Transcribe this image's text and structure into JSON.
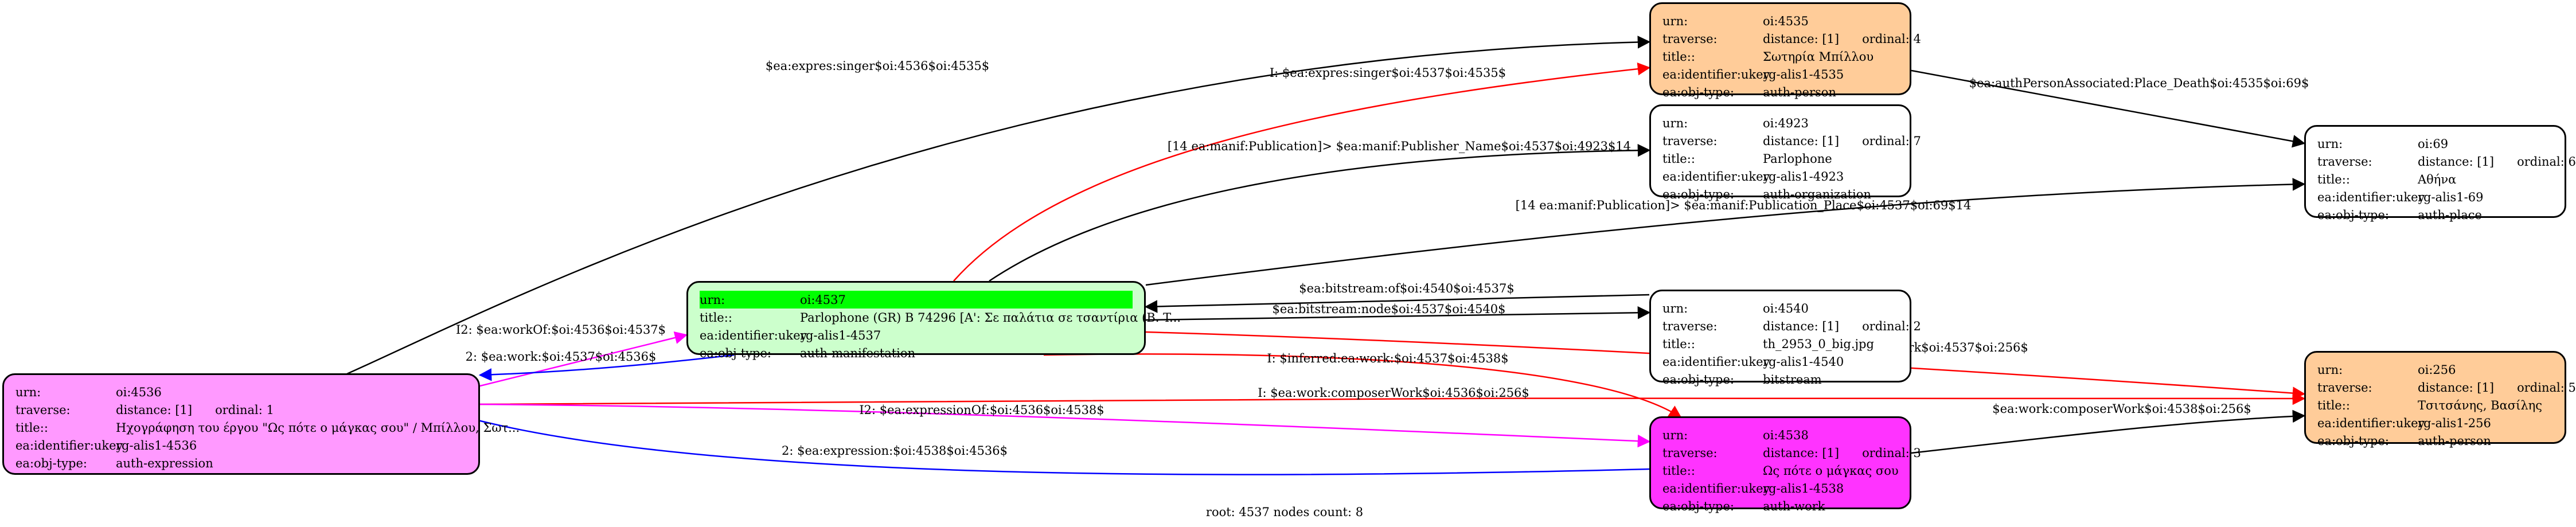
{
  "nodes": [
    {
      "id": "n4536",
      "color": "#ff99ff",
      "highlight_first": false,
      "rows": [
        {
          "k": "urn:",
          "v": "oi:4536"
        },
        {
          "k": "traverse:",
          "v": "distance: [1]",
          "v2": "ordinal: 1"
        },
        {
          "k": "title::",
          "v": "Ηχογράφηση του έργου \"Ως πότε ο μάγκας σου\" / Μπίλλου, Σωτ..."
        },
        {
          "k": "ea:identifier:ukey",
          "v": "rg-alis1-4536"
        },
        {
          "k": "ea:obj-type:",
          "v": "auth-expression"
        }
      ]
    },
    {
      "id": "n4537",
      "color": "#ccffcc",
      "highlight_first": true,
      "rows": [
        {
          "k": "urn:",
          "v": "oi:4537"
        },
        {
          "k": "title::",
          "v": "Parlophone (GR) B 74296 [A': Σε παλάτια σε τσαντίρια (B. T..."
        },
        {
          "k": "ea:identifier:ukey",
          "v": "rg-alis1-4537"
        },
        {
          "k": "ea:obj-type:",
          "v": "auth-manifestation"
        }
      ]
    },
    {
      "id": "n4535",
      "color": "#ffcc99",
      "highlight_first": false,
      "rows": [
        {
          "k": "urn:",
          "v": "oi:4535"
        },
        {
          "k": "traverse:",
          "v": "distance: [1]",
          "v2": "ordinal: 4"
        },
        {
          "k": "title::",
          "v": "Σωτηρία Μπίλλου"
        },
        {
          "k": "ea:identifier:ukey",
          "v": "rg-alis1-4535"
        },
        {
          "k": "ea:obj-type:",
          "v": "auth-person"
        }
      ]
    },
    {
      "id": "n4923",
      "color": "#ffffff",
      "highlight_first": false,
      "rows": [
        {
          "k": "urn:",
          "v": "oi:4923"
        },
        {
          "k": "traverse:",
          "v": "distance: [1]",
          "v2": "ordinal: 7"
        },
        {
          "k": "title::",
          "v": "Parlophone"
        },
        {
          "k": "ea:identifier:ukey",
          "v": "rg-alis1-4923"
        },
        {
          "k": "ea:obj-type:",
          "v": "auth-organization"
        }
      ]
    },
    {
      "id": "n4540",
      "color": "#ffffff",
      "highlight_first": false,
      "rows": [
        {
          "k": "urn:",
          "v": "oi:4540"
        },
        {
          "k": "traverse:",
          "v": "distance: [1]",
          "v2": "ordinal: 2"
        },
        {
          "k": "title::",
          "v": "th_2953_0_big.jpg"
        },
        {
          "k": "ea:identifier:ukey",
          "v": "rg-alis1-4540"
        },
        {
          "k": "ea:obj-type:",
          "v": "bitstream"
        }
      ]
    },
    {
      "id": "n4538",
      "color": "#ff33ff",
      "highlight_first": false,
      "rows": [
        {
          "k": "urn:",
          "v": "oi:4538"
        },
        {
          "k": "traverse:",
          "v": "distance: [1]",
          "v2": "ordinal: 3"
        },
        {
          "k": "title::",
          "v": "Ως πότε ο μάγκας σου"
        },
        {
          "k": "ea:identifier:ukey",
          "v": "rg-alis1-4538"
        },
        {
          "k": "ea:obj-type:",
          "v": "auth-work"
        }
      ]
    },
    {
      "id": "n69",
      "color": "#ffffff",
      "highlight_first": false,
      "rows": [
        {
          "k": "urn:",
          "v": "oi:69"
        },
        {
          "k": "traverse:",
          "v": "distance: [1]",
          "v2": "ordinal: 6"
        },
        {
          "k": "title::",
          "v": "Αθήνα"
        },
        {
          "k": "ea:identifier:ukey",
          "v": "rg-alis1-69"
        },
        {
          "k": "ea:obj-type:",
          "v": "auth-place"
        }
      ]
    },
    {
      "id": "n256",
      "color": "#ffcc99",
      "highlight_first": false,
      "rows": [
        {
          "k": "urn:",
          "v": "oi:256"
        },
        {
          "k": "traverse:",
          "v": "distance: [1]",
          "v2": "ordinal: 5"
        },
        {
          "k": "title::",
          "v": "Τσιτσάνης, Βασίλης"
        },
        {
          "k": "ea:identifier:ukey",
          "v": "rg-alis1-256"
        },
        {
          "k": "ea:obj-type:",
          "v": "auth-person"
        }
      ]
    }
  ],
  "edges": [
    {
      "from": "n4536",
      "to": "n4535",
      "color": "#000000",
      "label": "$ea:expres:singer$oi:4536$oi:4535$"
    },
    {
      "from": "n4537",
      "to": "n4535",
      "color": "#ff0000",
      "label": "I: $ea:expres:singer$oi:4537$oi:4535$"
    },
    {
      "from": "n4537",
      "to": "n4923",
      "color": "#000000",
      "label": "[14 ea:manif:Publication]> $ea:manif:Publisher_Name$oi:4537$oi:4923$14"
    },
    {
      "from": "n4535",
      "to": "n69",
      "color": "#000000",
      "label": "$ea:authPersonAssociated:Place_Death$oi:4535$oi:69$"
    },
    {
      "from": "n4537",
      "to": "n69",
      "color": "#000000",
      "label": "[14 ea:manif:Publication]> $ea:manif:Publication_Place$oi:4537$oi:69$14"
    },
    {
      "from": "n4540",
      "to": "n4537",
      "color": "#000000",
      "label": "$ea:bitstream:of$oi:4540$oi:4537$"
    },
    {
      "from": "n4537",
      "to": "n4540",
      "color": "#000000",
      "label": "$ea:bitstream:node$oi:4537$oi:4540$"
    },
    {
      "from": "n4536",
      "to": "n4537",
      "color": "#ff00ff",
      "label": "I2: $ea:workOf:$oi:4536$oi:4537$"
    },
    {
      "from": "n4537",
      "to": "n4536",
      "color": "#0000ff",
      "label": "2: $ea:work:$oi:4537$oi:4536$"
    },
    {
      "from": "n4537",
      "to": "n256",
      "color": "#ff0000",
      "label": "I: $ea:work:composerWork$oi:4537$oi:256$"
    },
    {
      "from": "n4537",
      "to": "n4538",
      "color": "#ff0000",
      "label": "I: $inferred:ea:work:$oi:4537$oi:4538$"
    },
    {
      "from": "n4536",
      "to": "n256",
      "color": "#ff0000",
      "label": "I: $ea:work:composerWork$oi:4536$oi:256$"
    },
    {
      "from": "n4536",
      "to": "n4538",
      "color": "#ff00ff",
      "label": "I2: $ea:expressionOf:$oi:4536$oi:4538$"
    },
    {
      "from": "n4538",
      "to": "n4536",
      "color": "#0000ff",
      "label": "2: $ea:expression:$oi:4538$oi:4536$"
    },
    {
      "from": "n4538",
      "to": "n256",
      "color": "#000000",
      "label": "$ea:work:composerWork$oi:4538$oi:256$"
    }
  ],
  "footer": "root: 4537 nodes count: 8"
}
